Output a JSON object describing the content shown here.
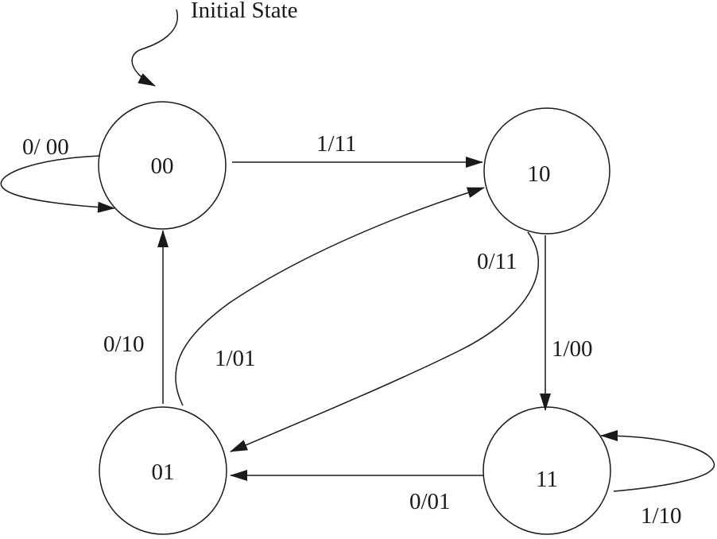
{
  "initial_label": "Initial State",
  "states": {
    "s00": "00",
    "s10": "10",
    "s01": "01",
    "s11": "11"
  },
  "transitions": {
    "s00_self": "0/ 00",
    "s00_to_s10": "1/11",
    "s10_to_s01": "0/11",
    "s10_to_s11": "1/00",
    "s01_to_s00": "0/10",
    "s01_to_s10": "1/01",
    "s11_to_s01": "0/01",
    "s11_self": "1/10"
  }
}
